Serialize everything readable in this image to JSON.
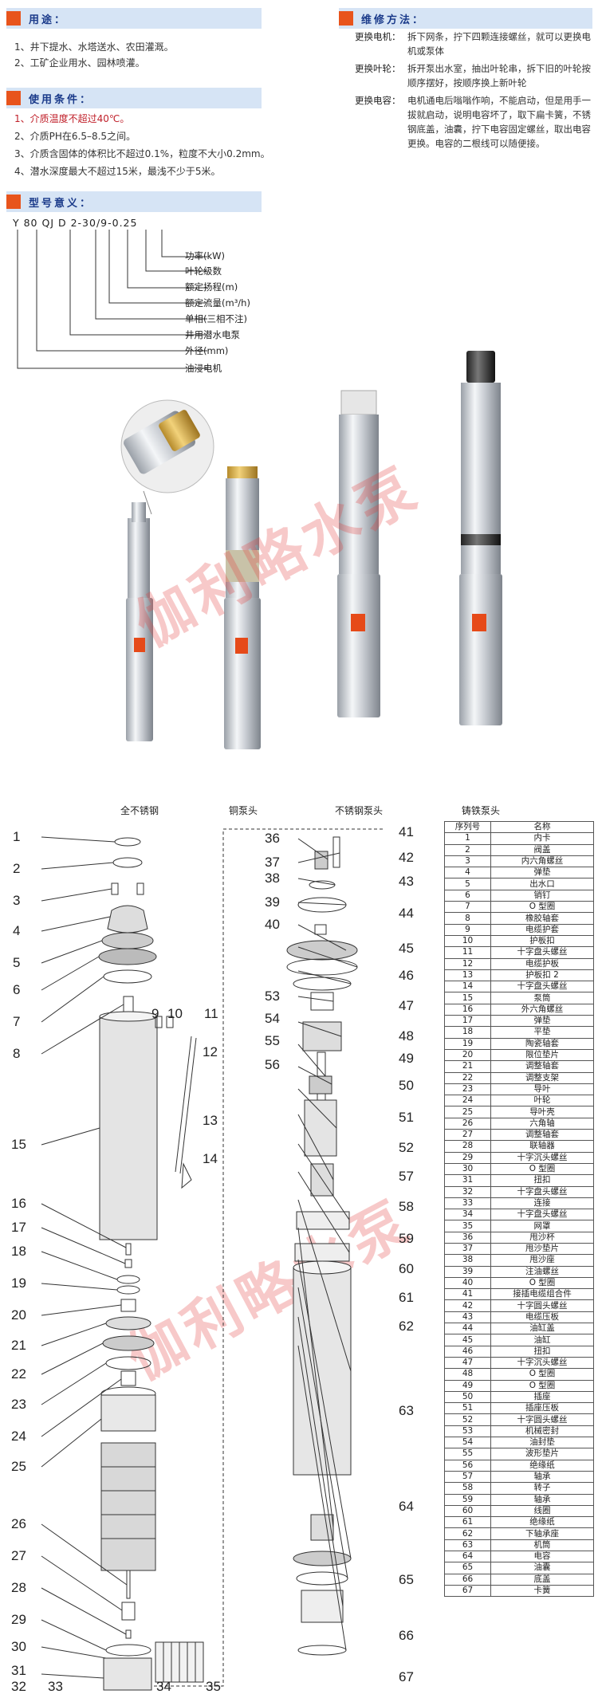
{
  "usage": {
    "title": "用途：",
    "items": [
      "1、井下提水、水塔送水、农田灌溉。",
      "2、工矿企业用水、园林喷灌。"
    ]
  },
  "conditions": {
    "title": "使用条件：",
    "items": [
      "1、介质温度不超过40℃。",
      "2、介质PH在6.5–8.5之间。",
      "3、介质含固体的体积比不超过0.1%，粒度不大小0.2mm。",
      "4、潜水深度最大不超过15米，最浅不少于5米。"
    ]
  },
  "model": {
    "title": "型号意义：",
    "code": "Y 80 QJ D 2-30/9-0.25",
    "labels": [
      "功率(kW)",
      "叶轮级数",
      "额定扬程(m)",
      "额定流量(m³/h)",
      "单相(三相不注)",
      "井用潜水电泵",
      "外径(mm)",
      "油浸电机"
    ]
  },
  "maintenance": {
    "title": "维修方法：",
    "rows": [
      {
        "k": "更换电机：",
        "v": "拆下网条，拧下四颗连接螺丝，就可以更换电机或泵体"
      },
      {
        "k": "更换叶轮：",
        "v": "拆开泵出水室，抽出叶轮串，拆下旧的叶轮按顺序摆好，按顺序换上新叶轮"
      },
      {
        "k": "更换电容：",
        "v": "电机通电后嗡嗡作响，不能启动，但是用手一拔就启动，说明电容坏了，取下扁卡簧，不锈钢底盖，油囊，拧下电容固定螺丝，取出电容更换。电容的二根线可以随便接。"
      }
    ]
  },
  "pumps": {
    "captions": [
      "全不锈钢",
      "铜泵头",
      "不锈钢泵头",
      "铸铁泵头"
    ]
  },
  "watermark": "伽利略水泵",
  "parts": {
    "header": [
      "序列号",
      "名称"
    ],
    "names": [
      "内卡",
      "阀盖",
      "内六角螺丝",
      "弹垫",
      "出水口",
      "销钉",
      "O 型圈",
      "橡胶轴套",
      "电缆护套",
      "护板扣",
      "十字盘头螺丝",
      "电缆护板",
      "护板扣 2",
      "十字盘头螺丝",
      "泵筒",
      "外六角螺丝",
      "弹垫",
      "平垫",
      "陶瓷轴套",
      "限位垫片",
      "调整轴套",
      "调整支架",
      "导叶",
      "叶轮",
      "导叶壳",
      "六角轴",
      "调整轴套",
      "联轴器",
      "十字沉头螺丝",
      "O 型圈",
      "扭扣",
      "十字盘头螺丝",
      "连接",
      "十字盘头螺丝",
      "网罩",
      "甩沙杯",
      "甩沙垫片",
      "甩沙座",
      "注油螺丝",
      "O 型圈",
      "接插电缆组合件",
      "十字圆头螺丝",
      "电缆压板",
      "油缸盖",
      "油缸",
      "扭扣",
      "十字沉头螺丝",
      "O 型圈",
      "O 型圈",
      "插座",
      "插座压板",
      "十字圆头螺丝",
      "机械密封",
      "油封垫",
      "波形垫片",
      "绝缘纸",
      "轴承",
      "转子",
      "轴承",
      "线圈",
      "绝缘纸",
      "下轴承座",
      "机筒",
      "电容",
      "油囊",
      "底盖",
      "卡簧"
    ]
  },
  "diagram_numbers": [
    "1",
    "2",
    "3",
    "4",
    "5",
    "6",
    "7",
    "8",
    "9",
    "10",
    "11",
    "12",
    "13",
    "14",
    "15",
    "16",
    "17",
    "18",
    "19",
    "20",
    "21",
    "22",
    "23",
    "24",
    "25",
    "26",
    "27",
    "28",
    "29",
    "30",
    "31",
    "32",
    "33",
    "34",
    "35",
    "36",
    "37",
    "38",
    "39",
    "40",
    "41",
    "42",
    "43",
    "44",
    "45",
    "46",
    "47",
    "48",
    "49",
    "50",
    "51",
    "52",
    "53",
    "54",
    "55",
    "56",
    "57",
    "58",
    "59",
    "60",
    "61",
    "62",
    "63",
    "64",
    "65",
    "66",
    "67"
  ],
  "colors": {
    "accent": "#e8541c",
    "header_bar": "#d6e4f5",
    "title_blue": "#1a3a8a",
    "watermark": "#e13c3c"
  }
}
